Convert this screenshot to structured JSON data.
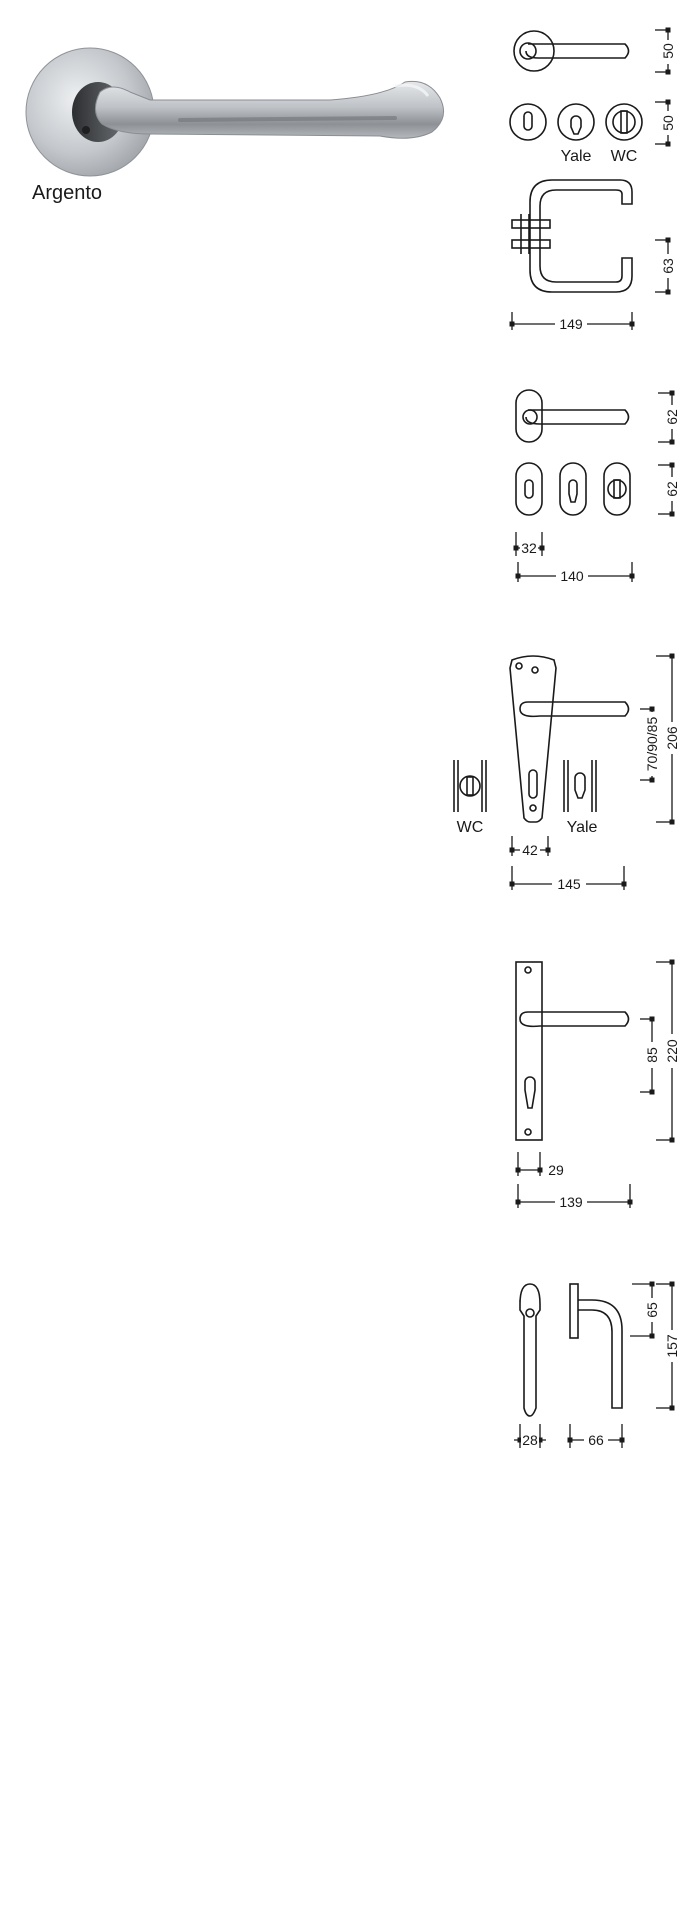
{
  "product": {
    "finish": "Argento"
  },
  "labels": {
    "yale": "Yale",
    "wc": "WC"
  },
  "dims": {
    "rose_handle_h": "50",
    "rose_escutcheon_h": "50",
    "rose_projection": "63",
    "rose_length": "149",
    "oval_handle_h": "62",
    "oval_escutcheon_h": "62",
    "oval_width": "32",
    "oval_length": "140",
    "plate_spacing": "70/90/85",
    "plate_height": "206",
    "plate_width": "42",
    "plate_length": "145",
    "long_spacing": "85",
    "long_height": "220",
    "long_width": "29",
    "long_length": "139",
    "window_handle_h": "65",
    "window_height": "157",
    "window_width": "28",
    "window_depth": "66"
  }
}
